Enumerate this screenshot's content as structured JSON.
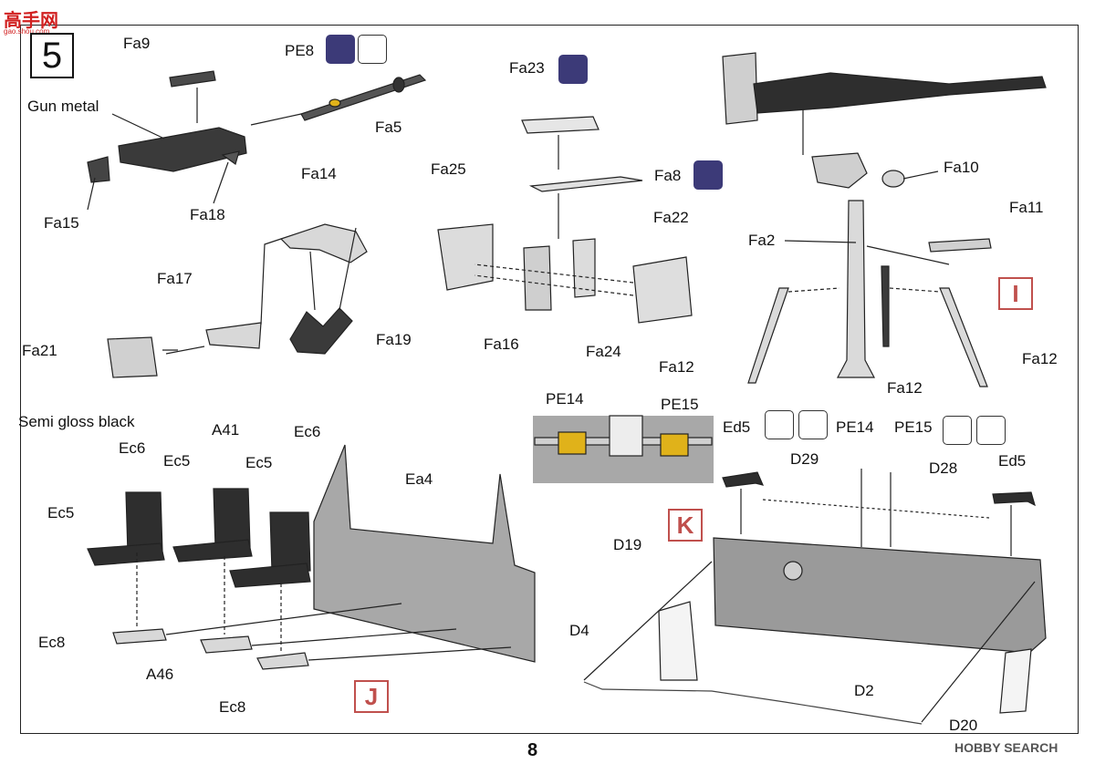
{
  "watermark_top": {
    "text": "高手网",
    "sub": "gao.shou.com"
  },
  "watermark_bottom": "HOBBY SEARCH",
  "step_number": "5",
  "page_number": "8",
  "codes": {
    "i": "I",
    "j": "J",
    "k": "K"
  },
  "labels": {
    "fa9": "Fa9",
    "pe8": "PE8",
    "gun_metal": "Gun metal",
    "fa5": "Fa5",
    "fa15": "Fa15",
    "fa18": "Fa18",
    "fa14": "Fa14",
    "fa17": "Fa17",
    "fa21": "Fa21",
    "fa19": "Fa19",
    "fa23": "Fa23",
    "fa8": "Fa8",
    "fa25": "Fa25",
    "fa22": "Fa22",
    "fa16": "Fa16",
    "fa24": "Fa24",
    "fa10": "Fa10",
    "fa11": "Fa11",
    "fa2": "Fa2",
    "fa12_left": "Fa12",
    "fa12_mid": "Fa12",
    "fa12_right": "Fa12",
    "semi_gloss_black": "Semi gloss black",
    "a41": "A41",
    "ec6_left": "Ec6",
    "ec6_right": "Ec6",
    "ec5_a": "Ec5",
    "ec5_b": "Ec5",
    "ec5_c": "Ec5",
    "ea4": "Ea4",
    "ec8_top": "Ec8",
    "a46": "A46",
    "ec8_bottom": "Ec8",
    "pe14_detail": "PE14",
    "pe15_detail": "PE15",
    "ed5_left": "Ed5",
    "pe14": "PE14",
    "pe15": "PE15",
    "ed5_right": "Ed5",
    "d29": "D29",
    "d28": "D28",
    "d19": "D19",
    "d4": "D4",
    "d2": "D2",
    "d20": "D20"
  },
  "icons": [
    "bend-icon",
    "glue-icon",
    "remove-icon"
  ],
  "colors": {
    "code_red": "#c0504d",
    "icon_navy": "#3c3a78",
    "part_gray": "#9a9a9a",
    "seat_black": "#2e2e2e",
    "pe_yellow": "#e0b21a"
  }
}
